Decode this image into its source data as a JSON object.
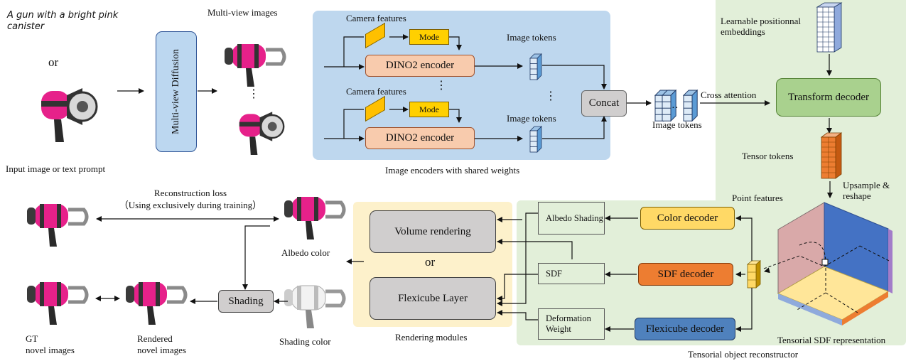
{
  "input": {
    "prompt_text": "A gun with a bright pink canister",
    "or_label": "or",
    "caption": "Input image or text prompt"
  },
  "multiview": {
    "title": "Multi-view images",
    "diffusion_label": "Multi-view Diffusion",
    "dots": "⋮"
  },
  "encoder": {
    "camera_features_1": "Camera features",
    "camera_features_2": "Camera features",
    "mode_1": "Mode",
    "mode_2": "Mode",
    "dino_1": "DINO2 encoder",
    "dino_2": "DINO2 encoder",
    "image_tokens_1": "Image tokens",
    "image_tokens_2": "Image tokens",
    "dots_mid": "⋮",
    "dots_right": "⋮",
    "concat": "Concat",
    "caption": "Image encoders with shared weights"
  },
  "transformer": {
    "image_tokens": "Image tokens",
    "cross_attention": "Cross attention",
    "learnable_pe": "Learnable positionnal embeddings",
    "decoder": "Transform decoder",
    "tensor_tokens": "Tensor tokens",
    "upsample": "Upsample & reshape",
    "point_features": "Point features",
    "tensorial_sdf": "Tensorial SDF representation",
    "reconstructor_caption": "Tensorial object reconstructor"
  },
  "decoders": {
    "color": "Color decoder",
    "sdf": "SDF decoder",
    "flexicube": "Flexicube decoder",
    "albedo_shading": "Albedo Shading",
    "sdf_out": "SDF",
    "deformation_weight": "Deformation Weight"
  },
  "rendering": {
    "volume": "Volume rendering",
    "or_label": "or",
    "flexicube_layer": "Flexicube Layer",
    "caption": "Rendering modules"
  },
  "outputs": {
    "reconstruction_loss": "Reconstruction loss",
    "training_note": "（Using exclusively during training）",
    "albedo_color": "Albedo color",
    "shading": "Shading",
    "shading_color": "Shading color",
    "gt_line1": "GT",
    "gt_line2": "novel images",
    "rendered_line1": "Rendered",
    "rendered_line2": "novel images"
  },
  "colors": {
    "encoder_panel": "#bed7ee",
    "reconstructor_panel": "#e2efd9",
    "rendering_panel": "#fdf1cb",
    "diffusion_box": "#bcd7f0",
    "dino_box": "#f8cbad",
    "mode_box": "#ffd000",
    "transformer_box": "#a9d18e",
    "color_decoder": "#ffd966",
    "sdf_decoder": "#ed7d31",
    "flexicube_decoder": "#4f81bd",
    "render_box": "#d0cece",
    "gun_pink": "#e6218a"
  }
}
